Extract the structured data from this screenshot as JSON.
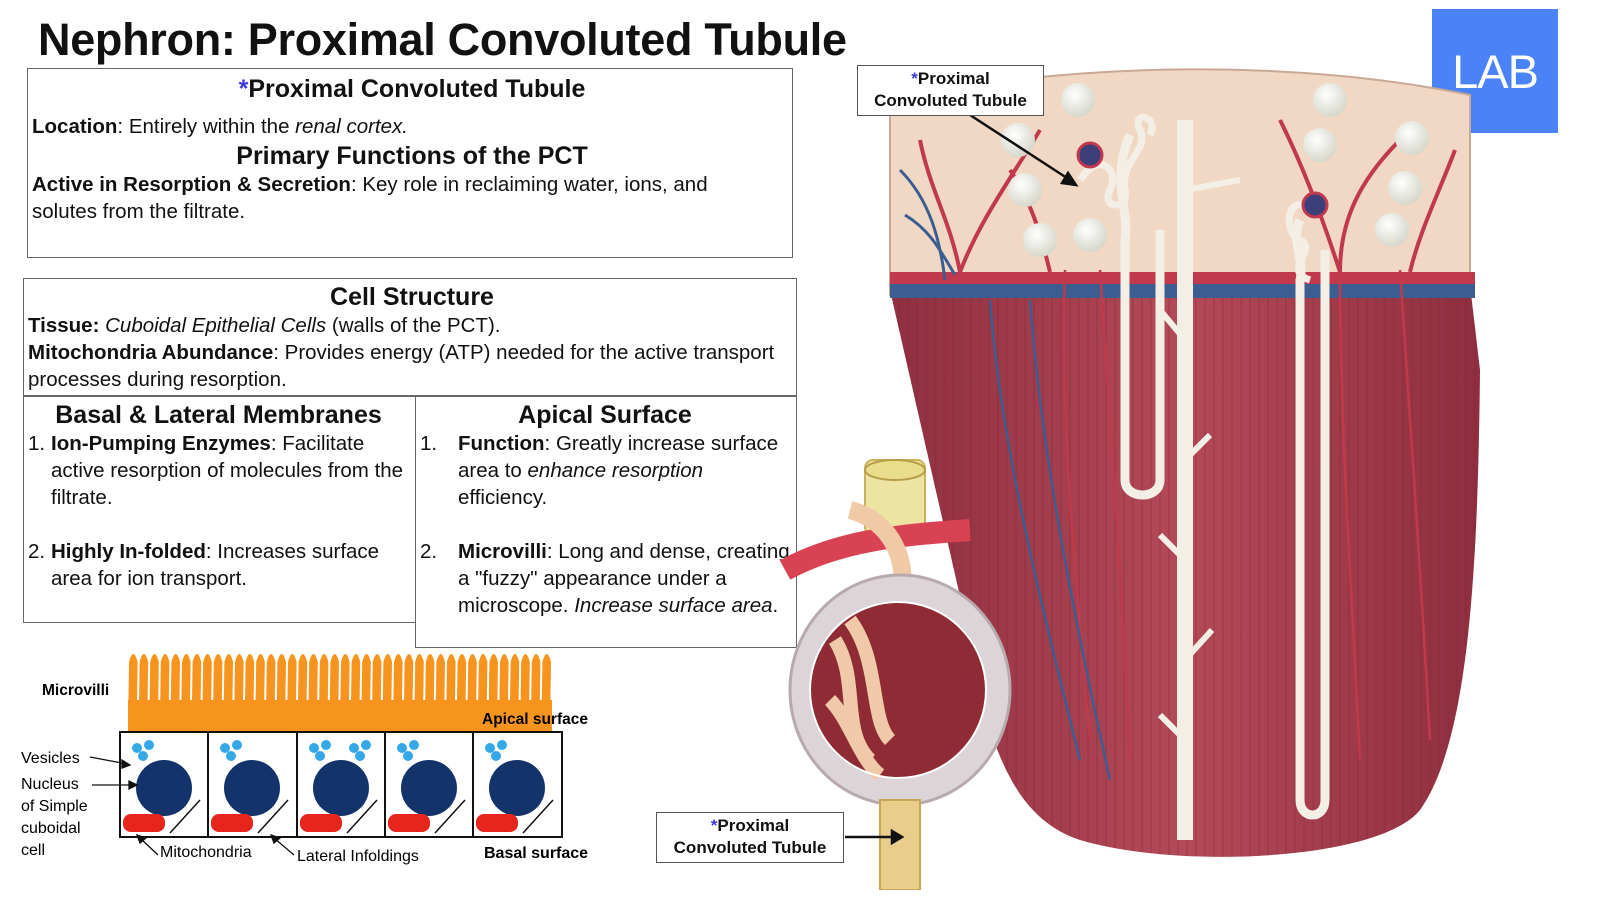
{
  "title": "Nephron: Proximal Convoluted Tubule",
  "logo_text": "LAB",
  "overview": {
    "asterisk": "*",
    "heading": "Proximal Convoluted Tubule",
    "location_label": "Location",
    "location_text_a": ": Entirely within the ",
    "location_text_em": "renal cortex.",
    "functions_heading": "Primary Functions of the PCT",
    "functions_label": "Active in Resorption & Secretion",
    "functions_text": ": Key role in reclaiming water, ions, and solutes from the filtrate."
  },
  "cell_structure": {
    "heading": "Cell Structure",
    "tissue_label": "Tissue:",
    "tissue_em": "Cuboidal Epithelial Cells",
    "tissue_text": " (walls of the PCT).",
    "mito_label": "Mitochondria Abundance",
    "mito_text": ": Provides energy (ATP) needed for the active transport processes during resorption."
  },
  "basal": {
    "heading": "Basal & Lateral Membranes",
    "items": [
      {
        "num": "1.",
        "label": "Ion-Pumping Enzymes",
        "text": ": Facilitate active resorption of molecules from the filtrate."
      },
      {
        "num": "2.",
        "label": "Highly In-folded",
        "text": ": Increases surface area for ion transport."
      }
    ]
  },
  "apical": {
    "heading": "Apical Surface",
    "items": [
      {
        "num": "1.",
        "label": "Function",
        "text_a": ": Greatly increase surface area to ",
        "text_em": "enhance resorption",
        "text_b": " efficiency."
      },
      {
        "num": "2.",
        "label": "Microvilli",
        "text_a": ": Long and dense, creating a \"fuzzy\" appearance under a microscope. ",
        "text_em": "Increase surface area",
        "text_b": "."
      }
    ]
  },
  "cell_diagram": {
    "labels": {
      "microvilli": "Microvilli",
      "apical_surface": "Apical surface",
      "vesicles": "Vesicles",
      "nucleus": "Nucleus of Simple cuboidal cell",
      "mitochondria": "Mitochondria",
      "lateral_infoldings": "Lateral Infoldings",
      "basal_surface": "Basal surface"
    },
    "colors": {
      "microvilli": "#f7941d",
      "vesicle": "#35a8e8",
      "nucleus": "#14336b",
      "mitochondria": "#e8251c"
    }
  },
  "model_labels": {
    "top": {
      "asterisk": "*",
      "line1": "Proximal",
      "line2": "Convoluted Tubule"
    },
    "bottom": {
      "asterisk": "*",
      "line1": "Proximal",
      "line2": "Convoluted Tubule"
    }
  },
  "model_colors": {
    "cortex": "#f1d8c4",
    "medulla": "#a33a4b",
    "vessel_red": "#c0394c",
    "vessel_blue": "#3b5d8f",
    "tubule_white": "#f4efe6"
  }
}
